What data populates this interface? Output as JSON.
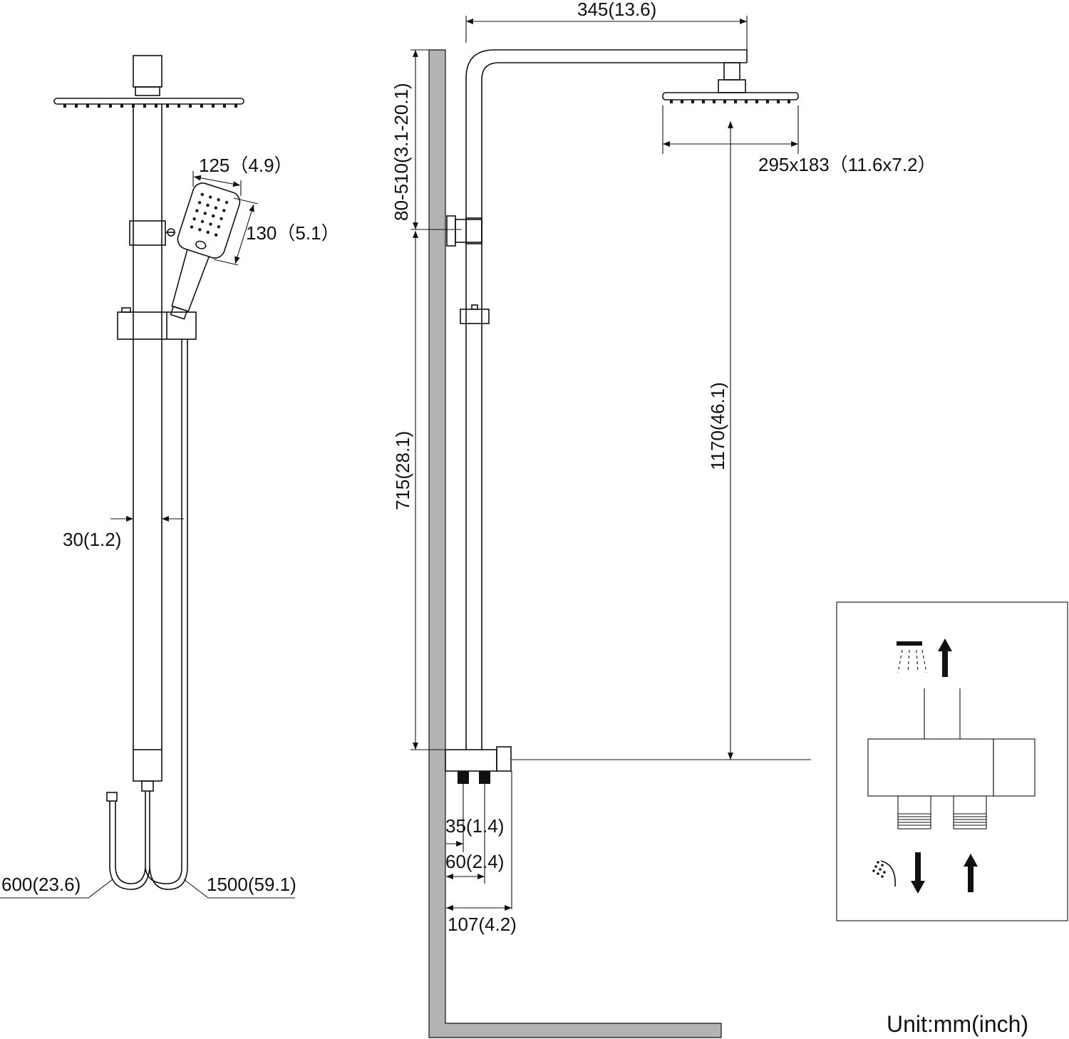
{
  "dimensions": {
    "side_width": "345(13.6)",
    "side_arm_range": "80-510(3.1-20.1)",
    "side_rail_height": "715(28.1)",
    "side_head_height": "1170(46.1)",
    "head_size": "295x183（11.6x7.2）",
    "hand_width": "125（4.9）",
    "hand_length": "130（5.1）",
    "pipe_diameter": "30(1.2)",
    "hose_short": "600(23.6)",
    "hose_long": "1500(59.1)",
    "outlet_spacing": "35(1.4)",
    "outlet_offset": "60(2.4)",
    "valve_depth": "107(4.2)"
  },
  "unit_label": "Unit:mm(inch)",
  "diverter_icons": {
    "top": "overhead-shower-icon",
    "bottom_left": "handheld-shower-icon",
    "arrows": [
      "arrow-up-icon",
      "arrow-down-icon",
      "arrow-up-icon"
    ]
  },
  "colors": {
    "line": "#111111",
    "wall": "#b3b3b3",
    "background": "#ffffff"
  }
}
